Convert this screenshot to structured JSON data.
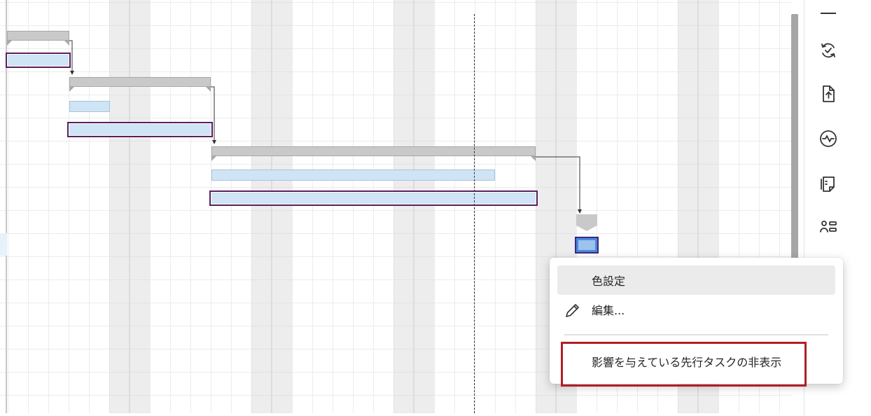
{
  "context_menu": {
    "items": [
      {
        "label": "色設定",
        "icon": "",
        "active": true
      },
      {
        "label": "編集...",
        "icon": "pencil-icon",
        "active": false
      },
      {
        "label": "影響を与えている先行タスクの非表示",
        "icon": "",
        "active": false,
        "highlighted": true
      }
    ]
  },
  "toolbar": {
    "icons": [
      "menu-lines-icon",
      "refresh-check-icon",
      "file-upload-icon",
      "activity-pulse-icon",
      "document-pages-icon",
      "people-list-icon"
    ]
  },
  "colors": {
    "summary_bar": "#c9c9c9",
    "task_bar": "#cfe4f4",
    "selected_border": "#5b1f5f",
    "milestone": "#4f86dc",
    "highlight_box": "#b11f25"
  }
}
